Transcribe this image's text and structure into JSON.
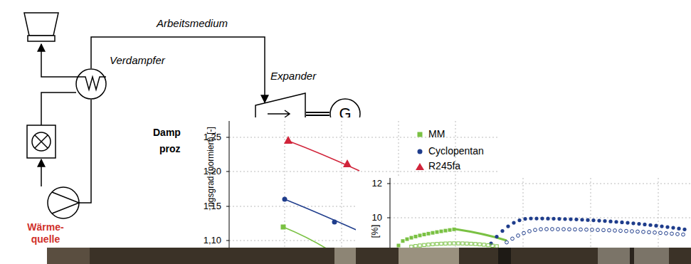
{
  "diagram": {
    "nodes": [
      {
        "text": [
          "Verdampfer"
        ]
      },
      {
        "text": [
          "Expander"
        ]
      },
      {
        "text": [
          "G"
        ]
      }
    ],
    "edges": [
      {
        "from": 0,
        "to": 1,
        "arrow": "to",
        "label": "Arbeitsmedium"
      },
      {
        "from": 1,
        "to": 2,
        "arrow": "none"
      }
    ],
    "labels": [
      "Damp",
      "proz",
      "Wärme- quelle",
      "ngsgrad (normiert) [-]",
      "1,25",
      "1,20",
      "1,15",
      "1,10",
      "12",
      "10",
      "[%]"
    ],
    "legend": [
      {
        "text": "MM"
      },
      {
        "text": "Cyclopentan"
      },
      {
        "text": "R245fa"
      }
    ]
  }
}
